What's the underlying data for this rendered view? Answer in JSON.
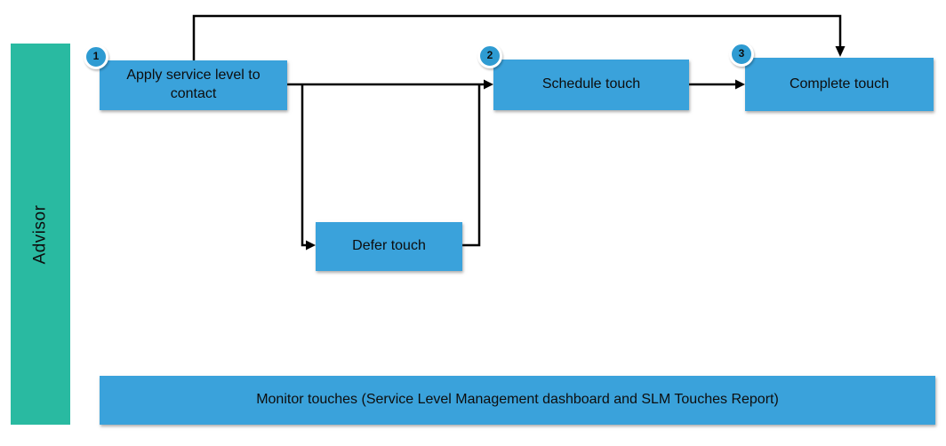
{
  "lane": {
    "label": "Advisor"
  },
  "nodes": {
    "apply": {
      "step": "1",
      "label": "Apply service level to contact"
    },
    "schedule": {
      "step": "2",
      "label": "Schedule touch"
    },
    "complete": {
      "step": "3",
      "label": "Complete touch"
    },
    "defer": {
      "label": "Defer touch"
    },
    "monitor": {
      "label": "Monitor touches (Service Level Management dashboard and SLM Touches Report)"
    }
  },
  "edges": [
    {
      "from": "apply",
      "to": "schedule",
      "route": "direct-right"
    },
    {
      "from": "apply",
      "to": "defer",
      "route": "branch-down"
    },
    {
      "from": "defer",
      "to": "schedule",
      "route": "up-merge"
    },
    {
      "from": "schedule",
      "to": "complete",
      "route": "direct-right"
    },
    {
      "from": "apply",
      "to": "complete",
      "route": "over-the-top"
    }
  ],
  "colors": {
    "box_fill": "#3AA2DB",
    "badge_fill": "#2E9BD2",
    "lane_fill": "#29BAA1",
    "connector": "#000000",
    "text": "#0d0d0d",
    "background": "#ffffff"
  }
}
